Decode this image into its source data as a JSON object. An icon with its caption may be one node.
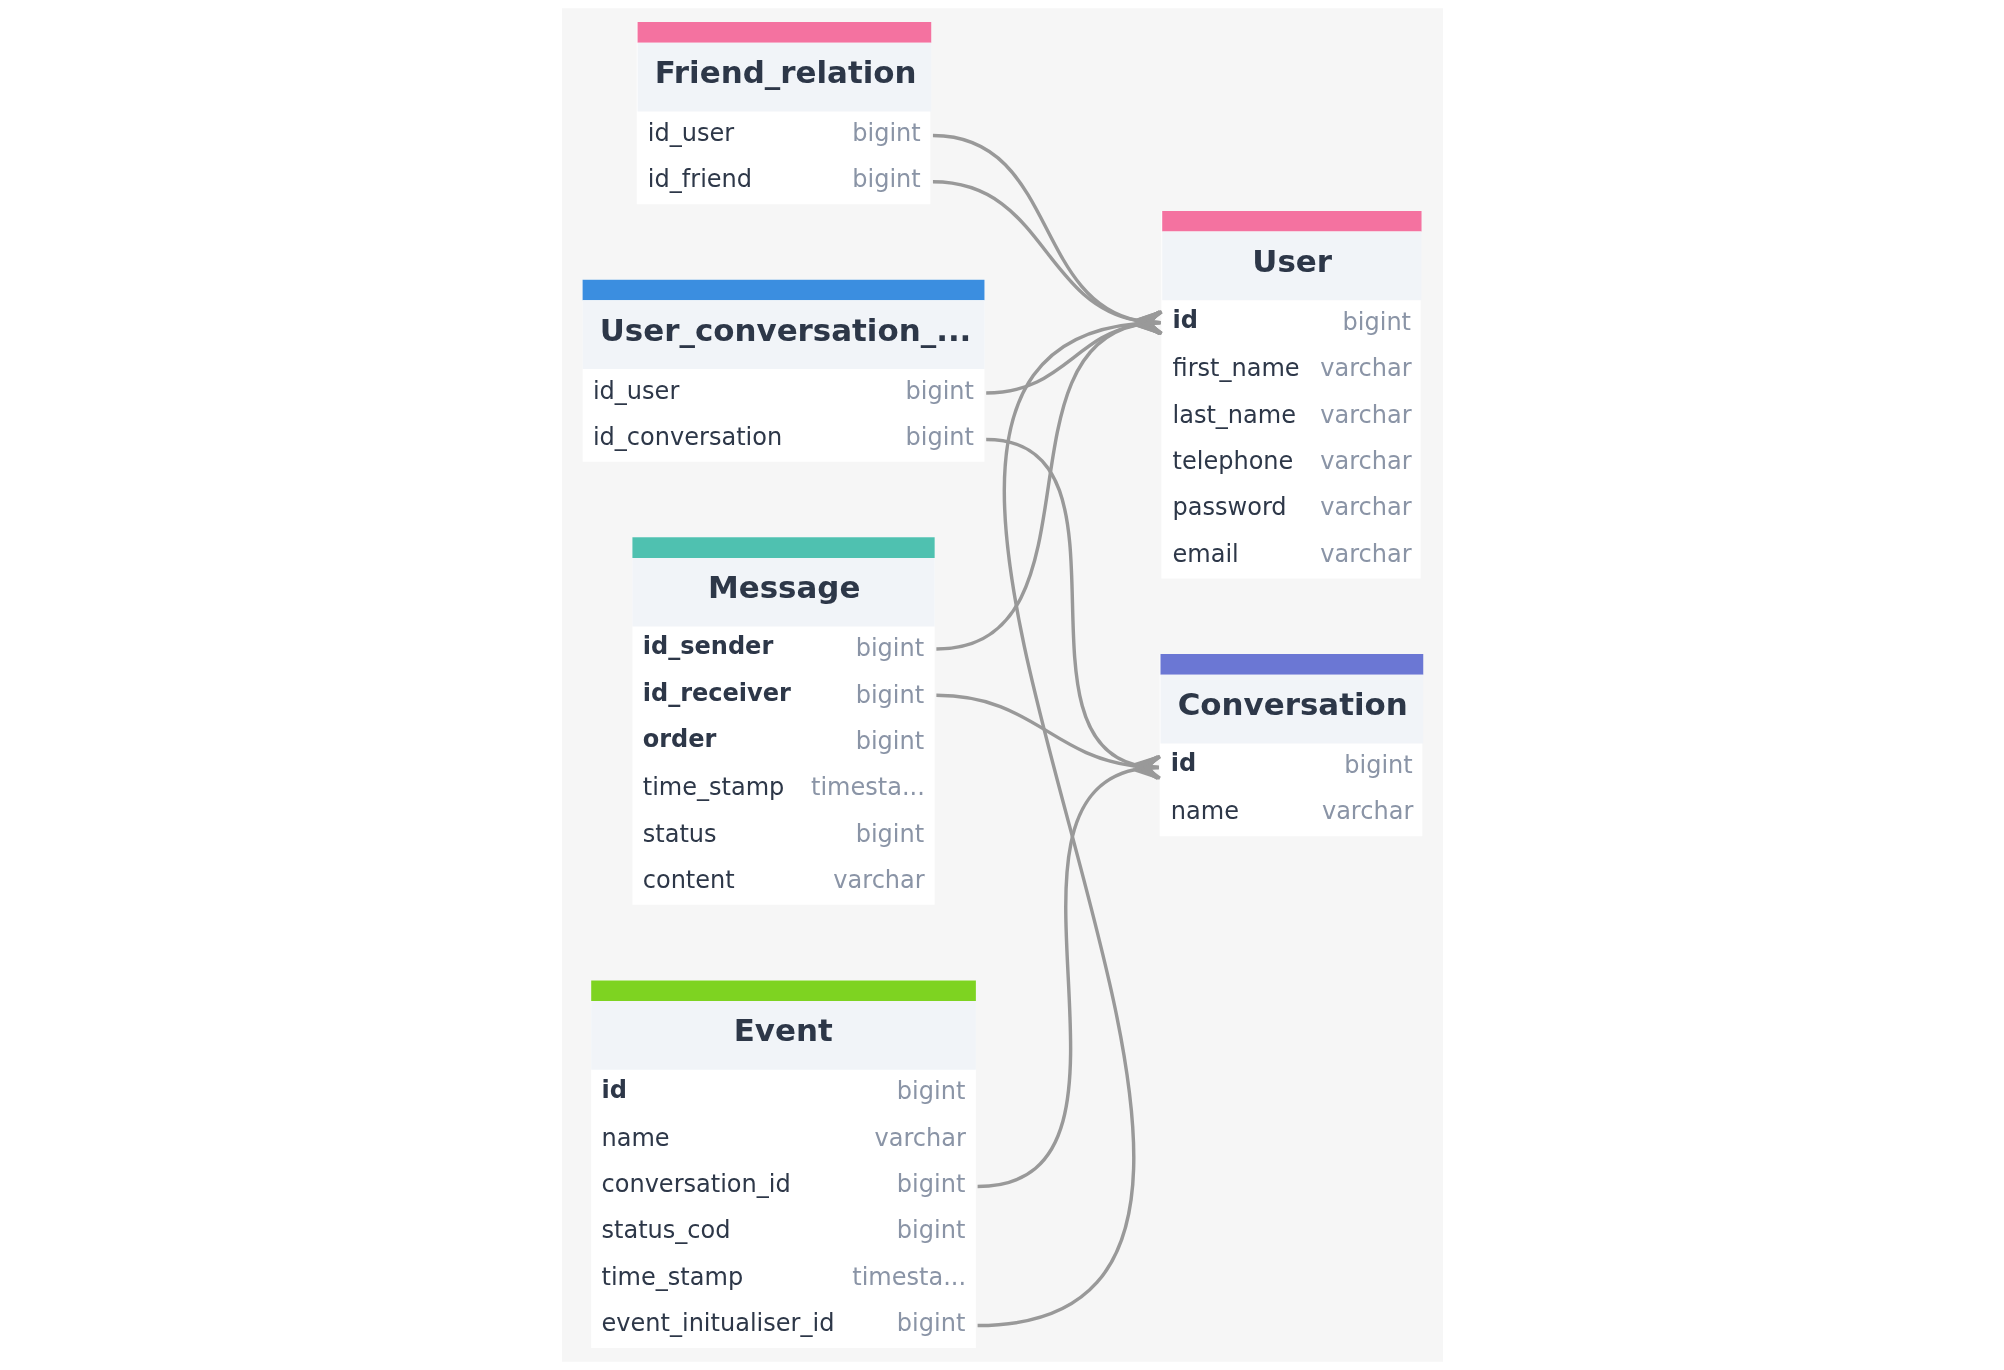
{
  "diagram": {
    "nodes": [
      {
        "text": [
          "Friend_relation",
          "id_user",
          "bigint",
          "id_friend",
          "bigint"
        ]
      },
      {
        "text": [
          "User",
          "id",
          "bigint",
          "first_name",
          "varchar",
          "last_name",
          "varchar",
          "telephone",
          "varchar",
          "password",
          "varchar",
          "email",
          "varchar"
        ]
      },
      {
        "text": [
          "User_conversation_...",
          "id_user",
          "bigint",
          "id_conversation",
          "bigint"
        ]
      },
      {
        "text": [
          "Message",
          "id_sender",
          "bigint",
          "id_receiver",
          "bigint",
          "order",
          "bigint",
          "time_stamp",
          "timesta...",
          "status",
          "bigint",
          "content",
          "varchar"
        ]
      },
      {
        "text": [
          "Conversation",
          "id",
          "bigint",
          "name",
          "varchar"
        ]
      },
      {
        "text": [
          "Event",
          "id",
          "bigint",
          "name",
          "varchar",
          "conversation_id",
          "bigint",
          "status_cod",
          "bigint",
          "time_stamp",
          "timesta...",
          "event_initualiser_id",
          "bigint"
        ]
      }
    ],
    "edges": [
      {
        "from": 0,
        "to": 1,
        "arrow": "other"
      },
      {
        "from": 0,
        "to": 1,
        "arrow": "other"
      },
      {
        "from": 3,
        "to": 1,
        "arrow": "other"
      },
      {
        "from": 5,
        "to": 1,
        "arrow": "other"
      },
      {
        "from": 2,
        "to": 1,
        "arrow": "other"
      },
      {
        "from": 3,
        "to": 4,
        "arrow": "other"
      },
      {
        "from": 5,
        "to": 4,
        "arrow": "other"
      },
      {
        "from": 2,
        "to": 4,
        "arrow": "other"
      }
    ]
  }
}
